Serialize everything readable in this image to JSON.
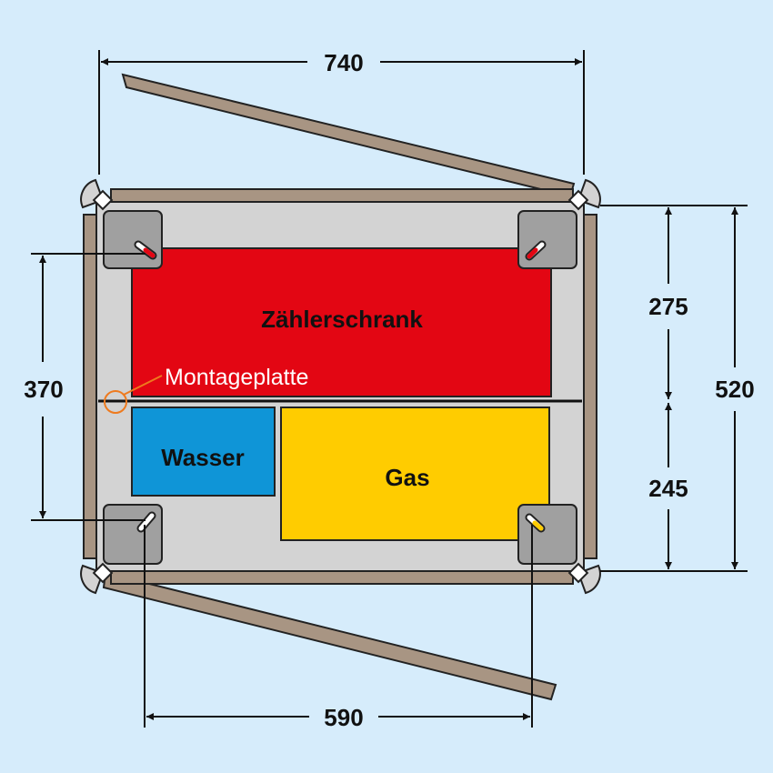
{
  "dimensions": {
    "top_width": "740",
    "bottom_width": "590",
    "left_height": "370",
    "right_upper": "275",
    "right_lower": "245",
    "right_total": "520"
  },
  "compartments": {
    "meter_cabinet": "Zählerschrank",
    "water": "Wasser",
    "gas": "Gas"
  },
  "annotation": {
    "mounting_plate": "Montageplatte"
  },
  "colors": {
    "background": "#d6ecfb",
    "panel": "#d3d3d3",
    "frame": "#a89583",
    "meter_cabinet": "#e30613",
    "water": "#0f95d7",
    "gas": "#ffcc00",
    "bracket": "#a0a0a0",
    "annotation": "#ee7a1e"
  },
  "icons": {
    "corner_hinge": "corner-hinge-icon",
    "slotted_hole": "slotted-hole-icon"
  }
}
